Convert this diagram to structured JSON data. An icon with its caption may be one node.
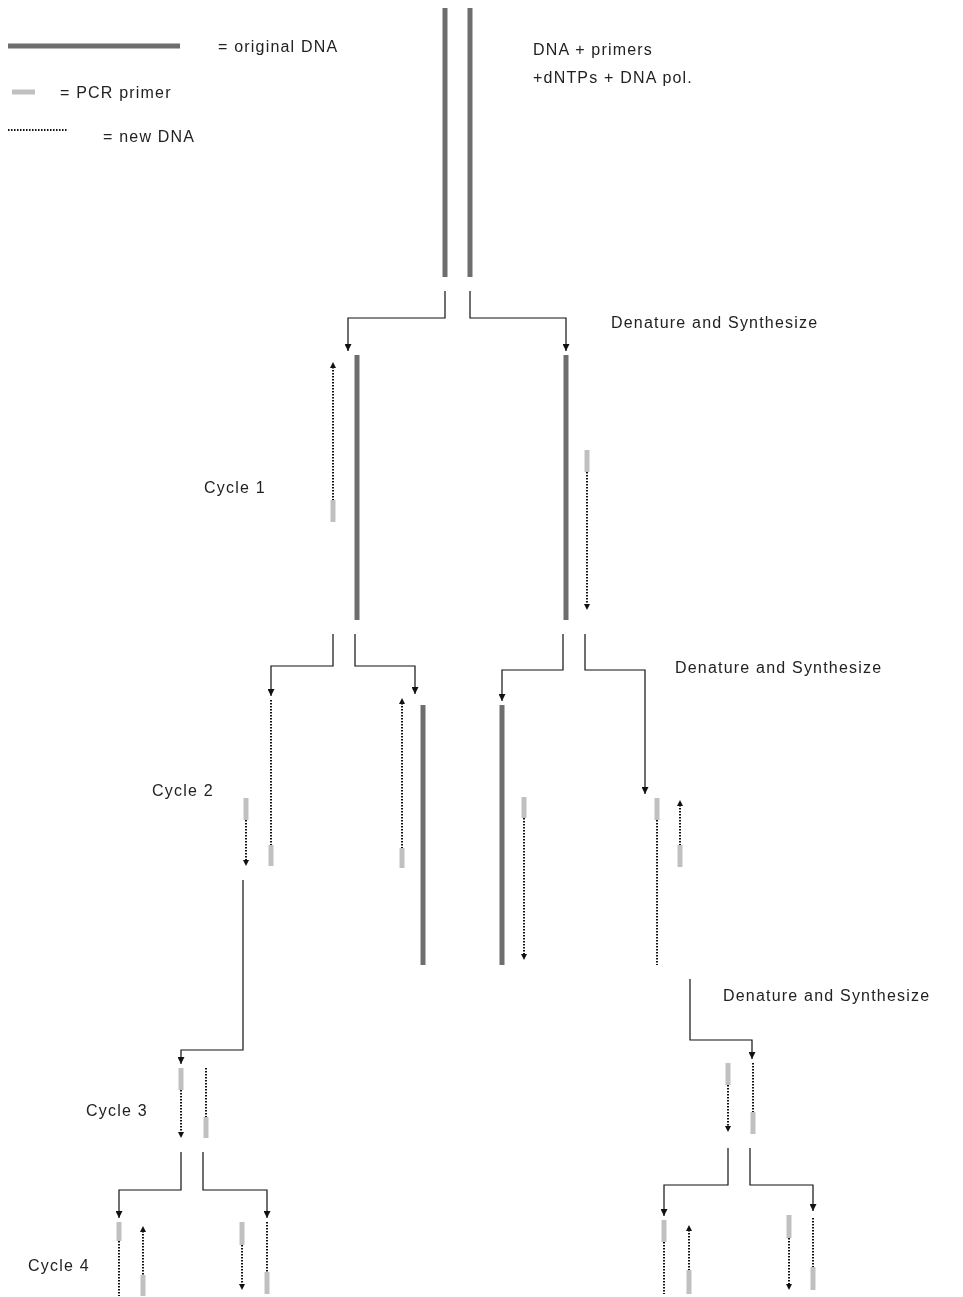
{
  "diagram": {
    "nodes": [
      {
        "text": [],
        "shape": "bar"
      },
      {
        "text": [],
        "shape": "bar"
      },
      {
        "text": [],
        "shape": "bar"
      },
      {
        "text": [],
        "shape": "bar"
      },
      {
        "text": [],
        "shape": "bar"
      },
      {
        "text": [],
        "shape": "bar"
      },
      {
        "text": [],
        "shape": "bar"
      },
      {
        "text": [],
        "shape": "bar"
      },
      {
        "text": [],
        "shape": "bar"
      },
      {
        "text": [],
        "shape": "bar"
      },
      {
        "text": [],
        "shape": "bar"
      },
      {
        "text": [],
        "shape": "bar"
      },
      {
        "text": [],
        "shape": "bar"
      }
    ],
    "edges": [
      {
        "from": 0,
        "to": 1,
        "arrow": "to"
      },
      {
        "from": 0,
        "to": 2,
        "arrow": "to"
      },
      {
        "from": 1,
        "to": 3,
        "arrow": "to"
      },
      {
        "from": 1,
        "to": 4,
        "arrow": "to"
      },
      {
        "from": 2,
        "to": 5,
        "arrow": "to"
      },
      {
        "from": 2,
        "to": 6,
        "arrow": "to"
      },
      {
        "from": 3,
        "to": 7,
        "arrow": "to"
      },
      {
        "from": 6,
        "to": 8,
        "arrow": "to"
      },
      {
        "from": 7,
        "to": 9,
        "arrow": "to"
      },
      {
        "from": 7,
        "to": 10,
        "arrow": "to"
      },
      {
        "from": 8,
        "to": 11,
        "arrow": "to"
      },
      {
        "from": 8,
        "to": 12,
        "arrow": "to"
      }
    ],
    "labels": [
      "DNA + primers +dNTPs + DNA pol.",
      "Denature and Synthesize",
      "Cycle 1",
      "Denature and Synthesize",
      "Cycle 2",
      "Denature and Synthesize",
      "Cycle 3",
      "Cycle 4"
    ],
    "legend": [
      {
        "text": "= original DNA"
      },
      {
        "text": "= PCR primer"
      },
      {
        "text": "= new DNA"
      }
    ]
  }
}
